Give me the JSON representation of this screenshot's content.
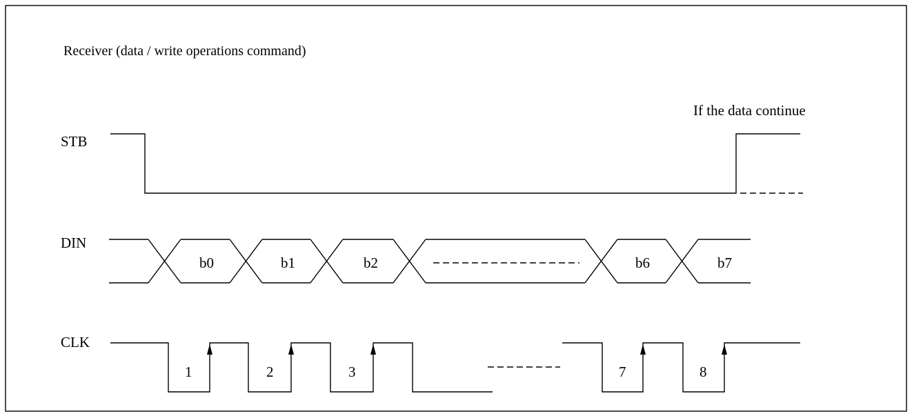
{
  "title": "Receiver (data / write operations command)",
  "note": "If the data continue",
  "signals": {
    "stb": "STB",
    "din": "DIN",
    "clk": "CLK"
  },
  "din_bits": [
    "b0",
    "b1",
    "b2",
    "b6",
    "b7"
  ],
  "clk_pulses": [
    "1",
    "2",
    "3",
    "7",
    "8"
  ],
  "colors": {
    "line": "#000000",
    "background": "#ffffff"
  }
}
